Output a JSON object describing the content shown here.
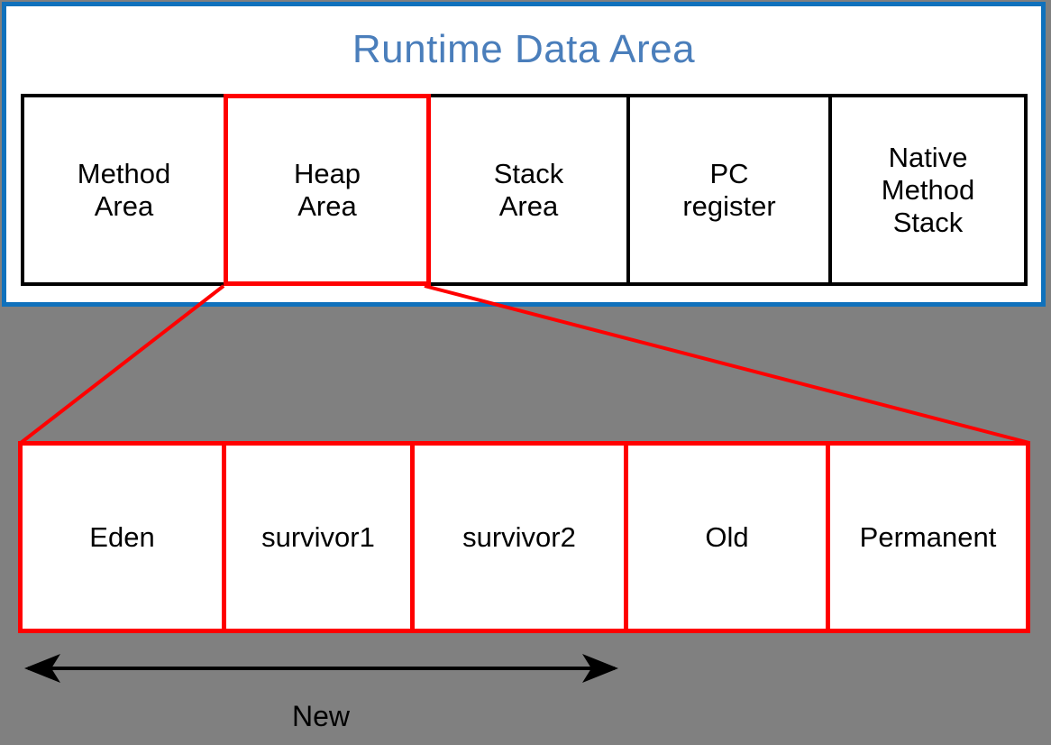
{
  "diagram": {
    "title": "Runtime Data Area",
    "title_color": "#4A7EBB",
    "frame_color": "#1071BC",
    "highlight_color": "#FF0000",
    "background_color": "#808080",
    "box_border_color": "#000000"
  },
  "runtime_data_area": {
    "title": "Runtime Data Area",
    "regions": [
      {
        "label": "Method\nArea",
        "highlighted": false
      },
      {
        "label": "Heap\nArea",
        "highlighted": true
      },
      {
        "label": "Stack\nArea",
        "highlighted": false
      },
      {
        "label": "PC\nregister",
        "highlighted": false
      },
      {
        "label": "Native\nMethod\nStack",
        "highlighted": false
      }
    ]
  },
  "heap_detail": {
    "generations": [
      {
        "label": "Eden"
      },
      {
        "label": "survivor1"
      },
      {
        "label": "survivor2"
      },
      {
        "label": "Old"
      },
      {
        "label": "Permanent"
      }
    ],
    "span_label": "New",
    "span_covers": [
      "Eden",
      "survivor1",
      "survivor2"
    ]
  }
}
